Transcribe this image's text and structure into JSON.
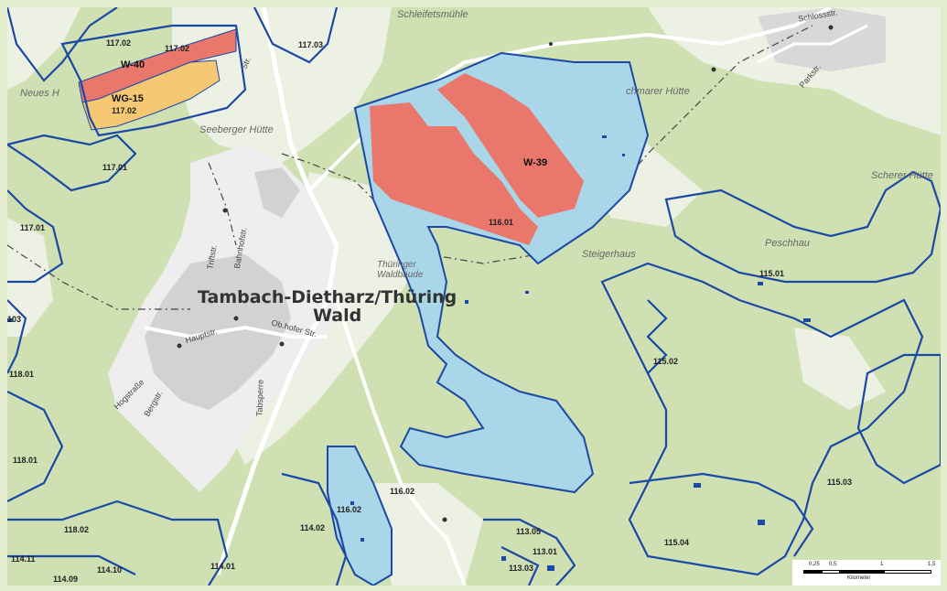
{
  "map": {
    "zones": [
      {
        "label": "W-40",
        "color": "#e9776b"
      },
      {
        "label": "WG-15",
        "color": "#f7c873"
      },
      {
        "label": "W-39",
        "color": "#e9776b"
      }
    ],
    "parcels": [
      "117.02",
      "117.02",
      "117.03",
      "117.02",
      "117.01",
      "117.01",
      "116.01",
      "115.01",
      "115.02",
      "115.03",
      "115.04",
      "116.02",
      "116.02",
      "114.02",
      "114.01",
      "118.01",
      "118.01",
      "118.02",
      "114.11",
      "114.09",
      "114.10",
      "113.03",
      "113.05",
      "113.01",
      "103"
    ],
    "places": [
      "Schleifetsmühle",
      "Neues H",
      "Seeberger Hütte",
      "chmarer Hütte",
      "Scherer Hütte",
      "Peschhau",
      "Thüringer Waldbaude",
      "Steigerhaus"
    ],
    "town": {
      "line1": "Tambach-Dietharz/Thüring",
      "line2": "Wald"
    },
    "streets": [
      "Triftstr.",
      "Bahnhofstr.",
      "Hauptstr.",
      "Ob.hofer Str.",
      "Hogstraße",
      "Bergstr.",
      "Tabsperre",
      "Parkstr.",
      "Schlossstr.",
      "Str."
    ],
    "scale": {
      "ticks": [
        "0,25",
        "0,5",
        "1",
        "1,5"
      ],
      "unit": "Kilometer"
    },
    "colors": {
      "forest": "#c9dfa9",
      "open": "#edf1e4",
      "water_protection": "#a9d6ea",
      "outline": "#1c48a6",
      "urban": "#d8d8d8"
    }
  }
}
